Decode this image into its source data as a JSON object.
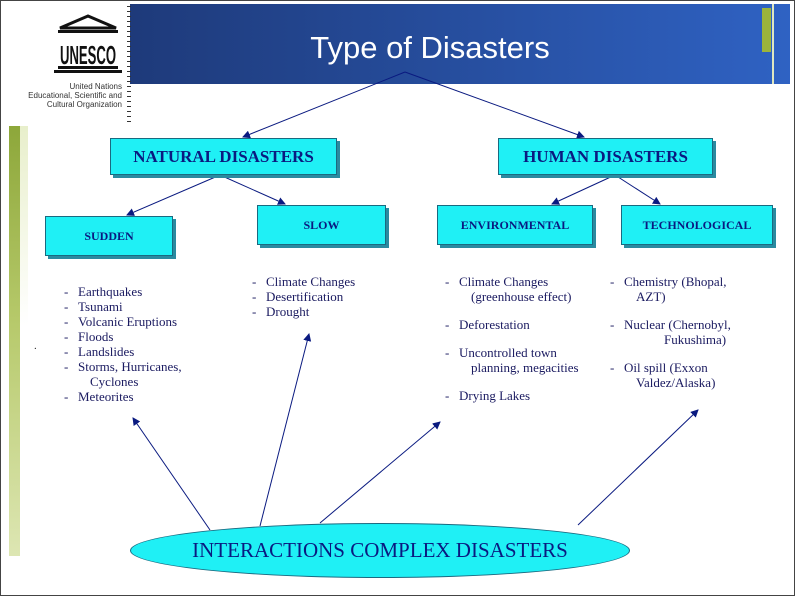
{
  "title": "Type of Disasters",
  "logo": {
    "wordmark": "UNESCO",
    "caption_lines": [
      "United Nations",
      "Educational, Scientific and",
      "Cultural Organization"
    ]
  },
  "categories": {
    "natural": {
      "label": "NATURAL DISASTERS",
      "sudden": {
        "label": "SUDDEN",
        "items": [
          "Earthquakes",
          "Tsunami",
          "Volcanic Eruptions",
          " Floods",
          "Landslides",
          "Storms, Hurricanes,",
          "Meteorites"
        ],
        "item_5_cont": "Cyclones"
      },
      "slow": {
        "label": "SLOW",
        "items": [
          "Climate Changes",
          "Desertification",
          "Drought"
        ]
      }
    },
    "human": {
      "label": "HUMAN DISASTERS",
      "environmental": {
        "label": "ENVIRONMENTAL",
        "items": [
          "Climate Changes",
          "Deforestation",
          "Uncontrolled town",
          "Drying Lakes"
        ],
        "item_0_cont": "(greenhouse effect)",
        "item_2_cont": "planning, megacities"
      },
      "technological": {
        "label": "TECHNOLOGICAL",
        "items": [
          "Chemistry (Bhopal,",
          "Nuclear (Chernobyl,",
          "Oil spill (Exxon"
        ],
        "item_0_cont": "AZT)",
        "item_1_cont": "Fukushima)",
        "item_2_cont": "Valdez/Alaska)"
      }
    }
  },
  "interactions": "INTERACTIONS COMPLEX DISASTERS",
  "stray_mark": ".",
  "colors": {
    "box_fill": "#1ff0f5",
    "box_text": "#0a1a80",
    "title_bar": "#2f62c3",
    "accent_green": "#9cb43c"
  }
}
